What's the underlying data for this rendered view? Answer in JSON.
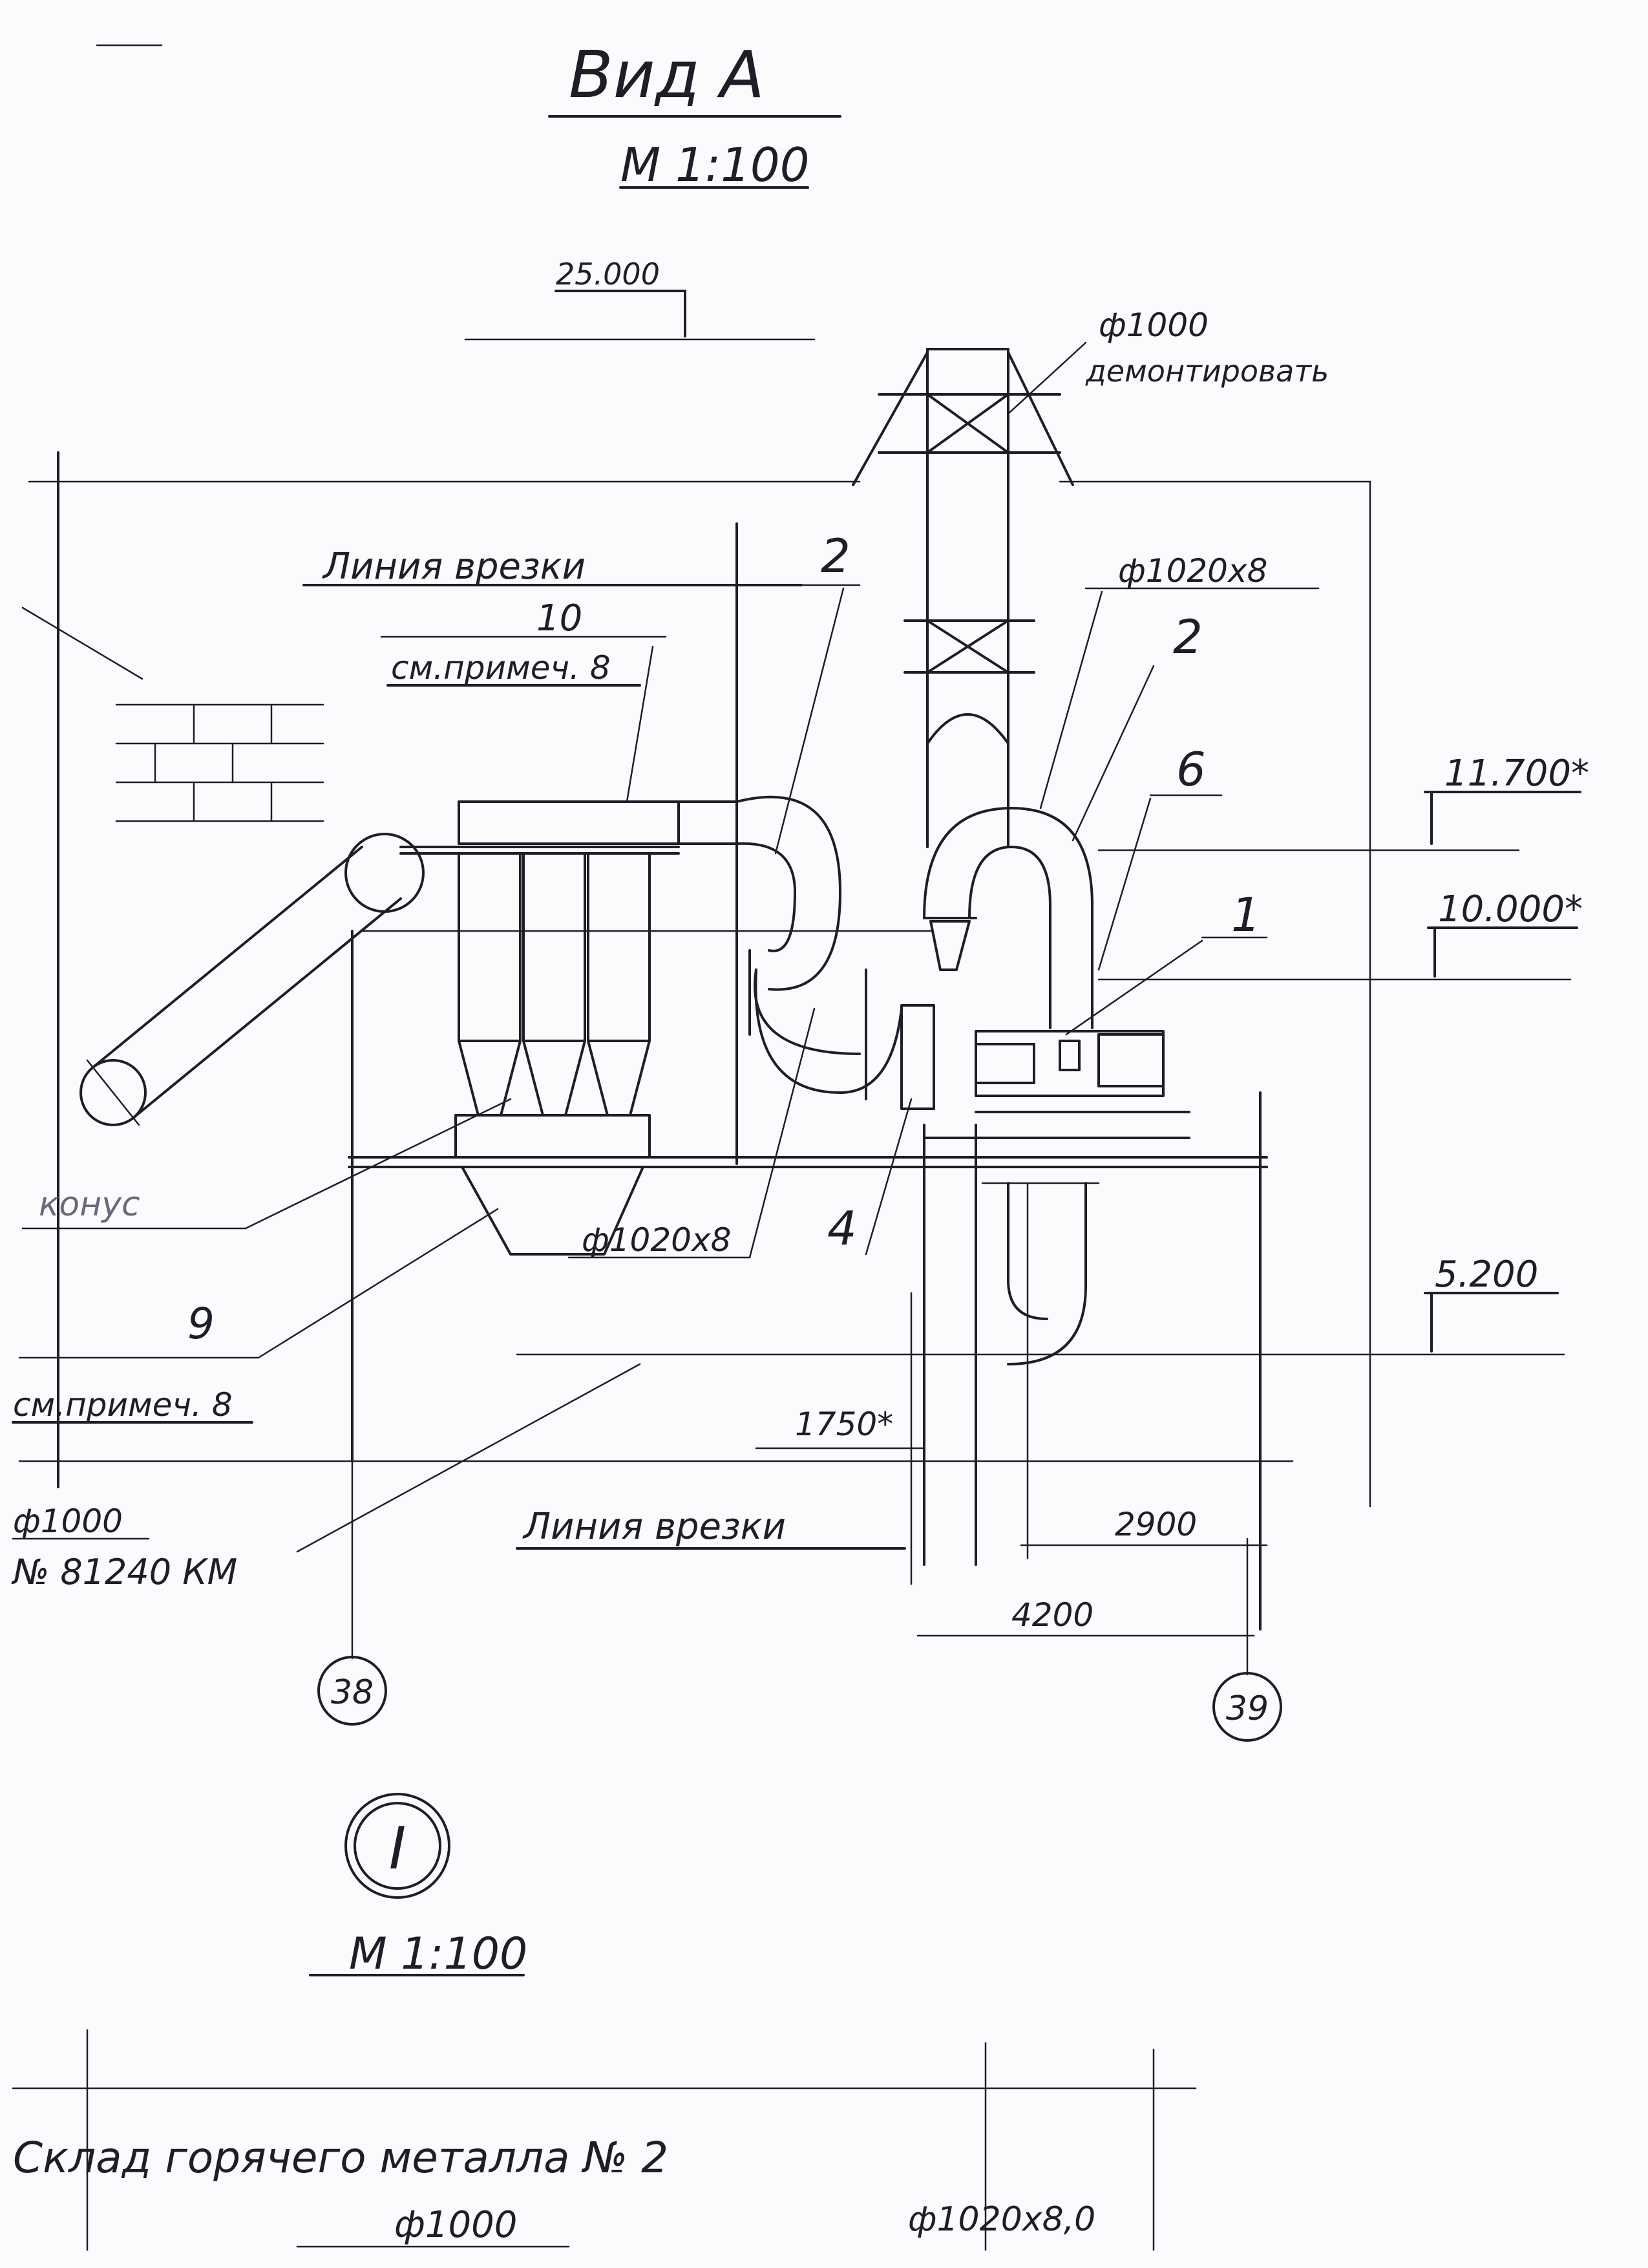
{
  "title": "Вид А",
  "scale": "М 1:100",
  "section_scale": "М 1:100",
  "section_marker": "I",
  "top_mark_level": "25.000",
  "labels": {
    "demolish_pipe": "ф1000",
    "demolish_note": "демонтировать",
    "cut_line_top": "Линия врезки",
    "pos10": "10",
    "note8_top": "см.примеч. 8",
    "pipe_1020x8_top": "ф1020х8",
    "pos2_left": "2",
    "pos2_right": "2",
    "pos6": "6",
    "pos1": "1",
    "level_11700": "11.700*",
    "level_10000": "10.000*",
    "level_5200": "5.200",
    "cone_label": "конус",
    "pipe_1020x8_mid": "ф1020х8",
    "pos4": "4",
    "pos9": "9",
    "note8_left": "см.примеч. 8",
    "dim_1750": "1750*",
    "pipe_1000_left": "ф1000",
    "km_label": "№ 81240 КМ",
    "cut_line_bottom": "Линия врезки",
    "dim_2900": "2900",
    "dim_4200": "4200",
    "axis_38": "38",
    "axis_39": "39",
    "warehouse": "Склад горячего металла № 2",
    "bottom_pipe_1000": "ф1000",
    "bottom_pipe_1020": "ф1020х8,0"
  }
}
